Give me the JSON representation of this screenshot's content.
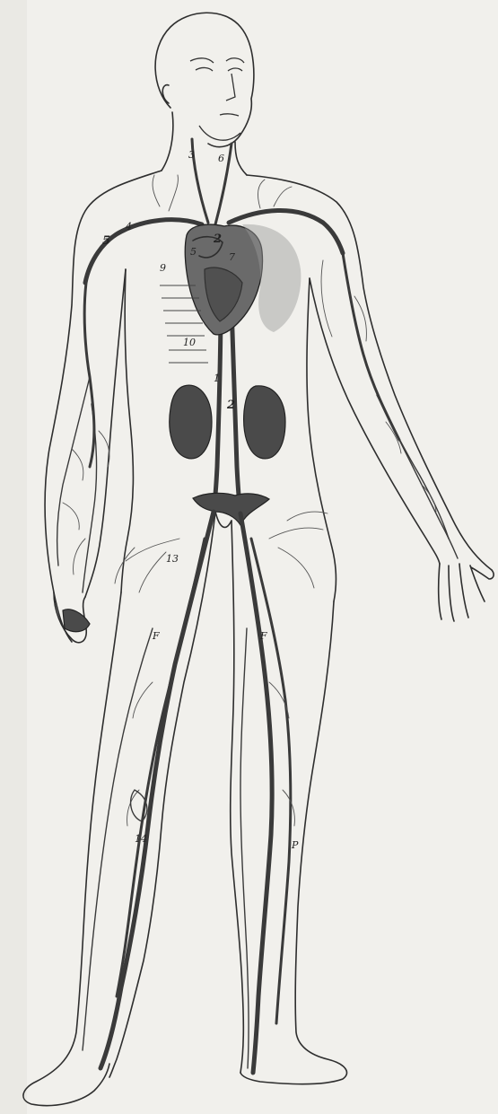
{
  "figure": {
    "labels": [
      {
        "id": "l-3",
        "text": "3"
      },
      {
        "id": "l-6",
        "text": "6"
      },
      {
        "id": "l-5a",
        "text": "5"
      },
      {
        "id": "l-4",
        "text": "4"
      },
      {
        "id": "l-2a",
        "text": "2"
      },
      {
        "id": "l-5b",
        "text": "5"
      },
      {
        "id": "l-7",
        "text": "7"
      },
      {
        "id": "l-9",
        "text": "9"
      },
      {
        "id": "l-10",
        "text": "10"
      },
      {
        "id": "l-1",
        "text": "1"
      },
      {
        "id": "l-2b",
        "text": "2"
      },
      {
        "id": "l-13",
        "text": "13"
      },
      {
        "id": "l-Fa",
        "text": "F"
      },
      {
        "id": "l-Fb",
        "text": "F"
      },
      {
        "id": "l-14",
        "text": "14"
      },
      {
        "id": "l-P",
        "text": "P"
      }
    ]
  },
  "colors": {
    "paper": "#f1f0ec",
    "ink": "#2e2e2e",
    "organ": "#4a4a4a"
  }
}
